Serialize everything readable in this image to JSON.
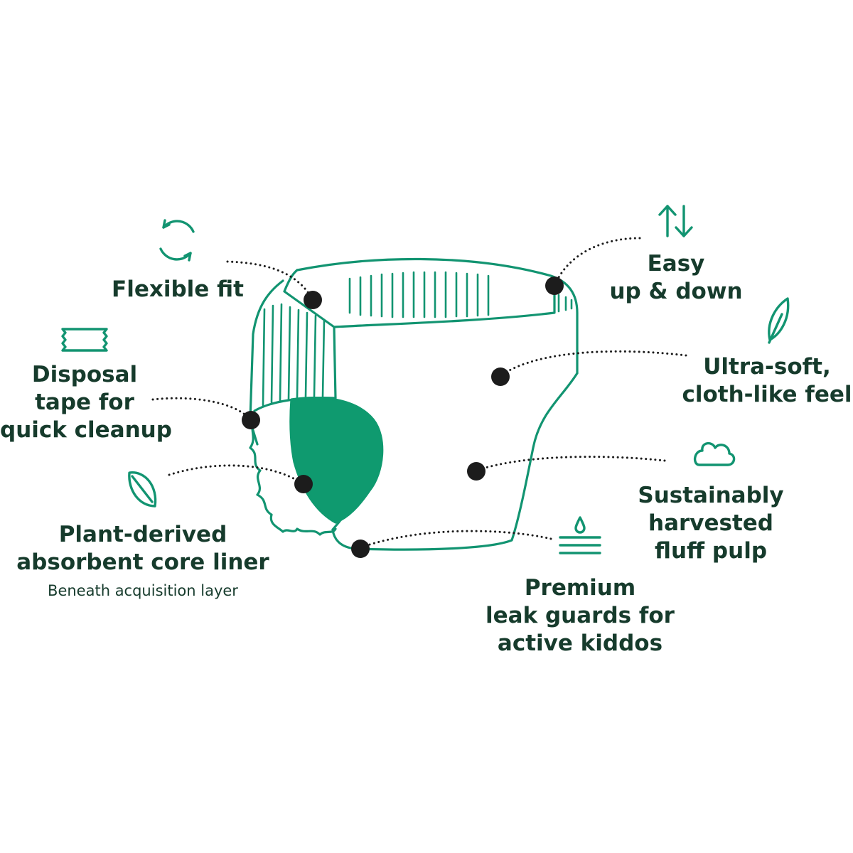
{
  "colors": {
    "accent": "#0f9a6f",
    "outline": "#129471",
    "text": "#163b2c",
    "dot": "#1c1c1c"
  },
  "features": {
    "flexible_fit": {
      "icon": "recycle-arrows-icon",
      "lines": [
        "Flexible fit"
      ]
    },
    "disposal_tape": {
      "icon": "tape-icon",
      "lines": [
        "Disposal",
        "tape for",
        "quick cleanup"
      ]
    },
    "plant_derived": {
      "icon": "leaf-icon",
      "lines": [
        "Plant-derived",
        "absorbent core liner"
      ],
      "note": "Beneath acquisition layer"
    },
    "easy_up_down": {
      "icon": "up-down-arrows-icon",
      "lines": [
        "Easy",
        "up & down"
      ]
    },
    "ultra_soft": {
      "icon": "feather-icon",
      "lines": [
        "Ultra-soft,",
        "cloth-like feel"
      ]
    },
    "sustainably": {
      "icon": "cloud-icon",
      "lines": [
        "Sustainably",
        "harvested",
        "fluff pulp"
      ]
    },
    "premium": {
      "icon": "water-drop-waves-icon",
      "lines": [
        "Premium",
        "leak guards for",
        "active kiddos"
      ]
    }
  }
}
